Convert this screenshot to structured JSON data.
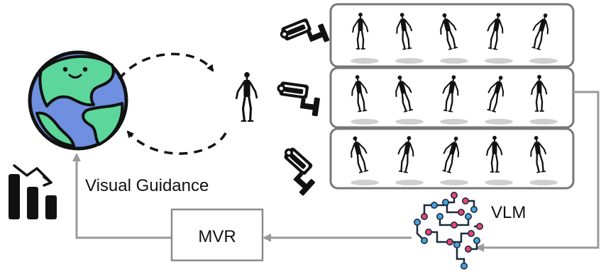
{
  "labels": {
    "visual_guidance": "Visual Guidance",
    "mvr": "MVR",
    "vlm": "VLM"
  },
  "icons": {
    "world": "smiling-globe-icon",
    "trend": "declining-bar-chart-icon",
    "cameras": [
      "security-camera-icon",
      "security-camera-icon",
      "security-camera-icon"
    ],
    "brain": "circuit-brain-icon"
  },
  "panels": {
    "count": 3,
    "frames_per_panel": 5
  },
  "colors": {
    "globe_ocean": "#6f8fe0",
    "globe_land": "#5cd69a",
    "outline": "#111111",
    "flow_line": "#9a9a9a",
    "brain_pink": "#e8457a",
    "brain_blue": "#4aa3df"
  }
}
